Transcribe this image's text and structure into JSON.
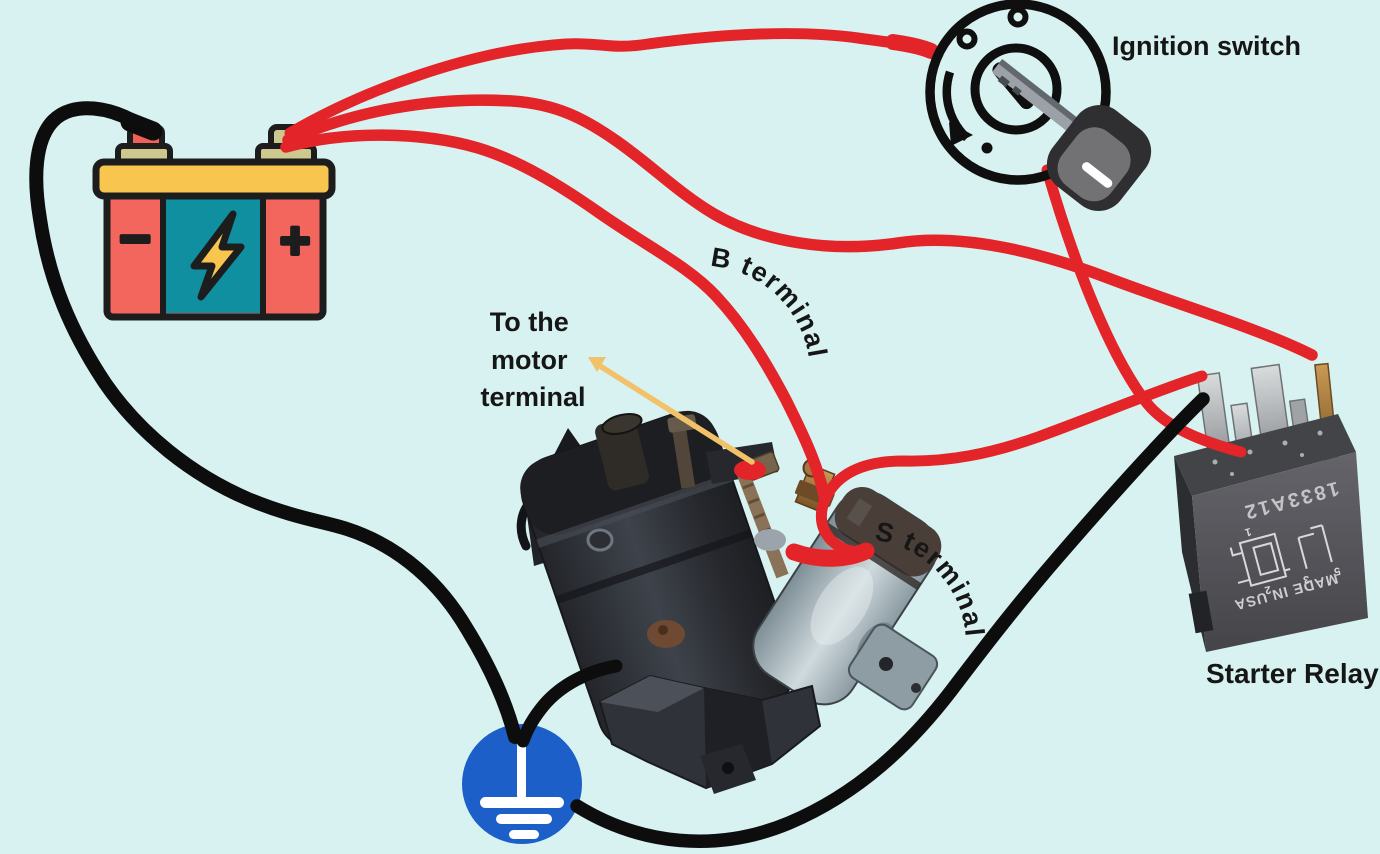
{
  "scene": {
    "background_color": "#d7f2f0"
  },
  "labels": {
    "ignition_switch": "Ignition switch",
    "starter_relay": "Starter Relay",
    "b_terminal": "B terminal",
    "s_terminal": "S terminal",
    "motor_note": {
      "line1": "To the",
      "line2": "motor",
      "line3": "terminal"
    }
  },
  "battery": {
    "negative_symbol": "−",
    "positive_symbol": "+",
    "colors": {
      "case_red": "#f2665e",
      "cell_teal": "#0f8f9f",
      "top_yellow": "#f8c64e",
      "terminal_khaki": "#cdc98e",
      "outline": "#1d1d1d",
      "bolt_yellow": "#f8c64e"
    }
  },
  "relay": {
    "part_number": "1833A12",
    "made_in": "MADE IN USA",
    "pin_labels": {
      "p1": "1",
      "p2": "2",
      "p3": "3",
      "p5": "5"
    }
  },
  "wires": {
    "red": "#e32428",
    "black": "#0d0d0e"
  },
  "ground": {
    "color": "#1d5fc8",
    "symbol_color": "#ffffff"
  },
  "arrow": {
    "color": "#f2c26a"
  }
}
